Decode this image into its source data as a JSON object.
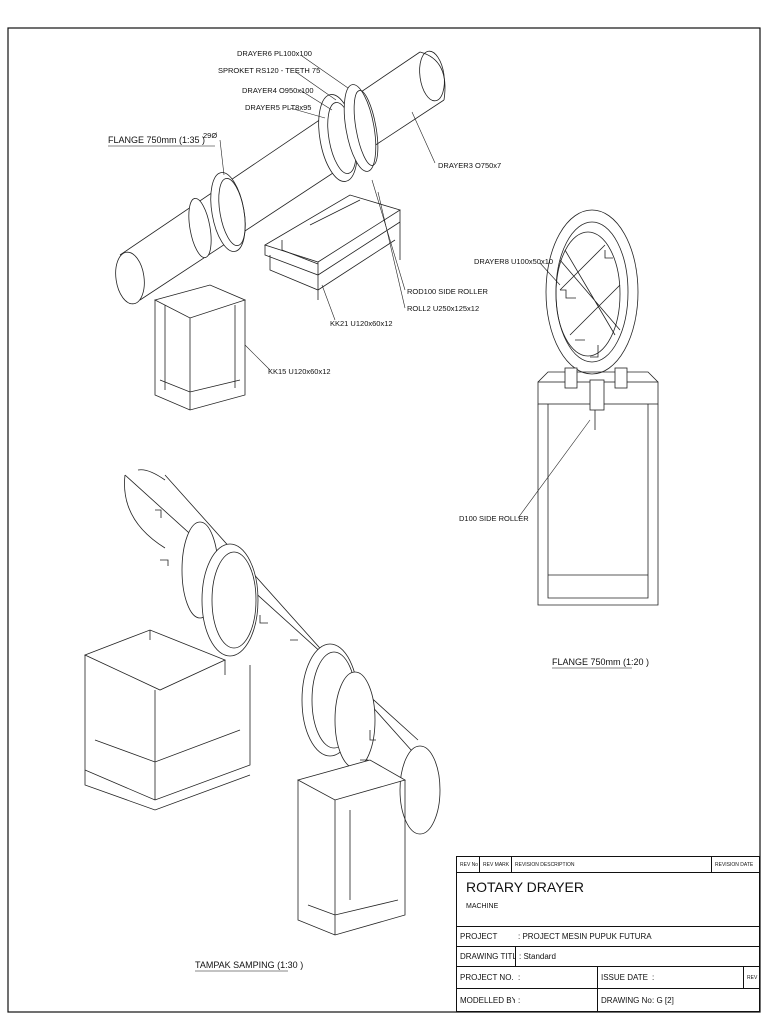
{
  "labels": {
    "drayer6": "DRAYER6  PL100x100",
    "sproket": "SPROKET RS120 - TEETH 75",
    "drayer4": "DRAYER4  O950x100",
    "drayer5": "DRAYER5  PLT8x95",
    "drayer3": "DRAYER3  O750x7",
    "flange_top": "FLANGE 750mm    (1:35 )",
    "holes": "29Ø",
    "rod100": "ROD100  SIDE ROLLER",
    "roll2": "ROLL2  U250x125x12",
    "kk21": "KK21  U120x60x12",
    "kk15": "KK15  U120x60x12",
    "drayer8": "DRAYER8  U100x50x10",
    "d100": "D100  SIDE ROLLER",
    "flange_right": "FLANGE 750mm    (1:20 )",
    "tampak": "TAMPAK SAMPING    (1:30 )"
  },
  "title_block": {
    "rev_no": "REV No",
    "rev_mark": "REV MARK",
    "rev_desc": "REVISION DESCRIPTION",
    "rev_date": "REVISION DATE",
    "title": "ROTARY DRAYER",
    "subtitle": "MACHINE",
    "project_label": "PROJECT",
    "project_value": ":  PROJECT MESIN PUPUK FUTURA",
    "drawing_title_label": "DRAWING TITLE",
    "drawing_title_value": ":  Standard",
    "project_no_label": "PROJECT NO.",
    "project_no_value": ":",
    "issue_date_label": "ISSUE DATE",
    "issue_date_value": ":",
    "rev_label": "REV",
    "modelled_by_label": "MODELLED BY",
    "modelled_by_value": ":",
    "drawing_no_label": "DRAWING No",
    "drawing_no_value": ":  G   [2]"
  }
}
